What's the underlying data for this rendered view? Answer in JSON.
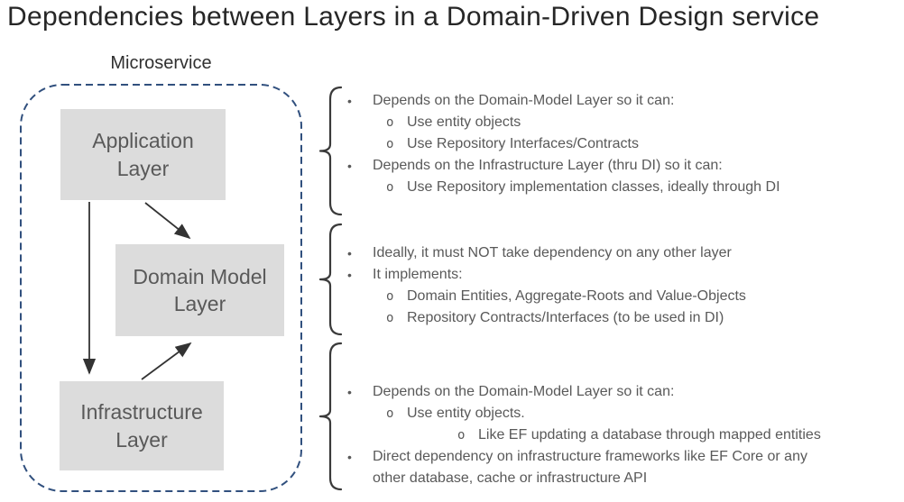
{
  "title": "Dependencies between Layers in a Domain-Driven Design service",
  "boundary": {
    "label": "Microservice",
    "border_color": "#31507e"
  },
  "boxes": {
    "application": "Application Layer",
    "domain": "Domain Model Layer",
    "infrastructure": "Infrastructure Layer",
    "fill_color": "#dcdcdc",
    "text_color": "#595959"
  },
  "markers": {
    "level1": "•",
    "level2": "o",
    "level3": "o"
  },
  "sections": [
    {
      "name": "application-layer-notes",
      "items": [
        {
          "level": 1,
          "text": "Depends on the Domain-Model Layer so it can:"
        },
        {
          "level": 2,
          "text": "Use entity objects"
        },
        {
          "level": 2,
          "text": "Use Repository Interfaces/Contracts"
        },
        {
          "level": 1,
          "text": "Depends on the Infrastructure Layer (thru DI) so it can:"
        },
        {
          "level": 2,
          "text": "Use Repository implementation classes, ideally through DI"
        }
      ]
    },
    {
      "name": "domain-model-layer-notes",
      "items": [
        {
          "level": 1,
          "text": "Ideally, it must NOT take dependency on any other layer"
        },
        {
          "level": 1,
          "text": "It implements:"
        },
        {
          "level": 2,
          "text": "Domain Entities, Aggregate-Roots and Value-Objects"
        },
        {
          "level": 2,
          "text": "Repository Contracts/Interfaces (to be used in DI)"
        }
      ]
    },
    {
      "name": "infrastructure-layer-notes",
      "items": [
        {
          "level": 1,
          "text": "Depends on the Domain-Model Layer so it can:"
        },
        {
          "level": 2,
          "text": "Use entity objects."
        },
        {
          "level": 3,
          "text": "Like EF updating a database through mapped entities"
        },
        {
          "level": 1,
          "text": "Direct dependency on infrastructure frameworks like EF Core or any other database, cache or infrastructure API"
        }
      ]
    }
  ],
  "colors": {
    "title_text": "#262626",
    "body_text": "#595959",
    "arrow": "#333333",
    "brace": "#3a3a3a"
  }
}
